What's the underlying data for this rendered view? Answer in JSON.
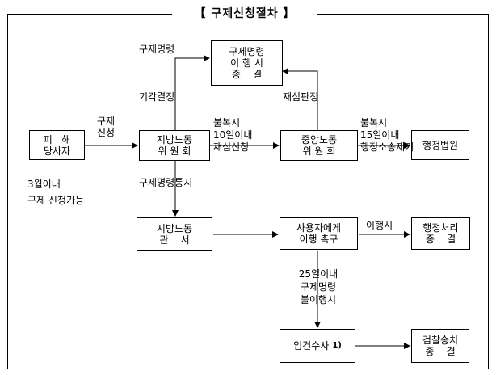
{
  "title": "【 구제신청절차 】",
  "boxes": {
    "victim": "피   해\n당사자",
    "local_committee": "지방노동\n위 원 회",
    "order_fulfilled": "구제명령\n이 행 시\n종    결",
    "central_committee": "중앙노동\n위 원 회",
    "admin_court": "행정법원",
    "local_office": "지방노동\n관    서",
    "employer_demand": "사용자에게\n이행 촉구",
    "admin_close": "행정처리\n종    결",
    "investigation": "입건수사",
    "investigation_note": "1)",
    "prosecution_close": "검찰송치\n종    결"
  },
  "labels": {
    "relief_request": "구제\n신청",
    "three_months": "3월이내\n구제 신청가능",
    "order": "구제명령",
    "dismissal": "기각결정",
    "order_notice": "구제명령통지",
    "objection_10": "불복시\n10일이내\n재심신청",
    "retrial_decision": "재심판정",
    "objection_15": "불복시\n15일이내\n행정소송제기",
    "if_fulfilled": "이행시",
    "nonfulfillment_25": "25일이내\n구제명령\n불이행시"
  }
}
